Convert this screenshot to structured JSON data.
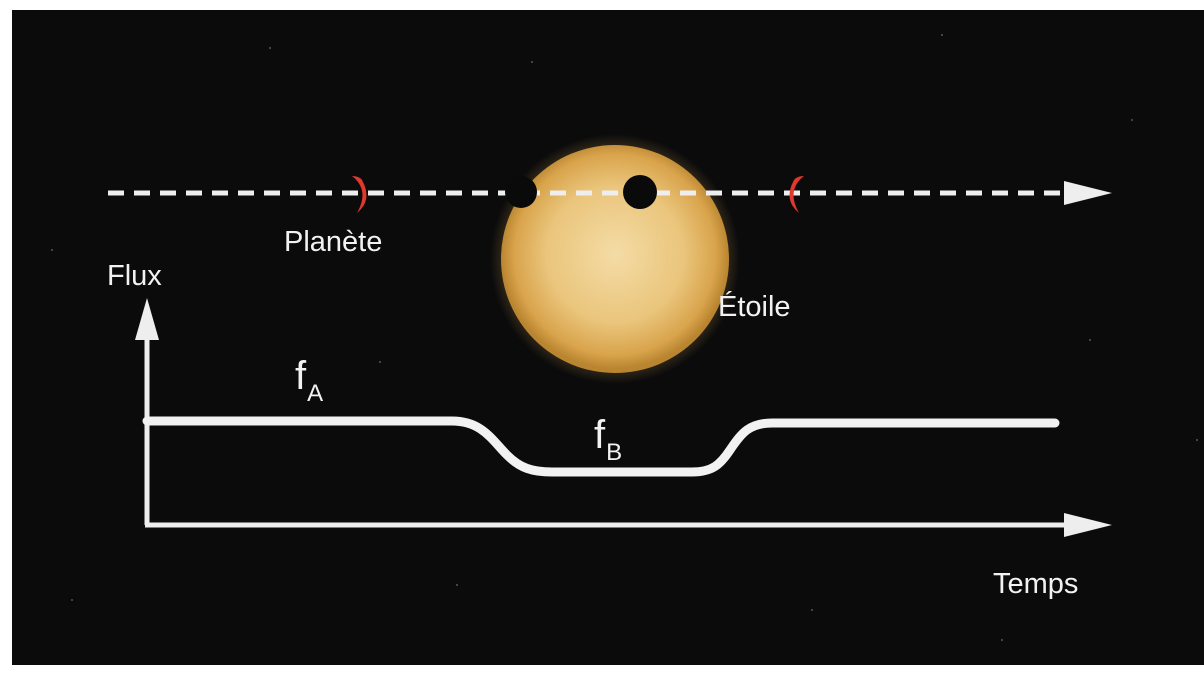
{
  "labels": {
    "planet": "Planète",
    "star": "Étoile",
    "flux_axis": "Flux",
    "time_axis": "Temps",
    "f_a_symbol": "f",
    "f_a_subscript": "A",
    "f_b_symbol": "f",
    "f_b_subscript": "B"
  },
  "colors": {
    "background": "#0b0b0c",
    "star_center": "#f3d59a",
    "star_edge": "#c8922f",
    "planet_crescent": "#e0382c",
    "curve": "#f2f2f2"
  }
}
